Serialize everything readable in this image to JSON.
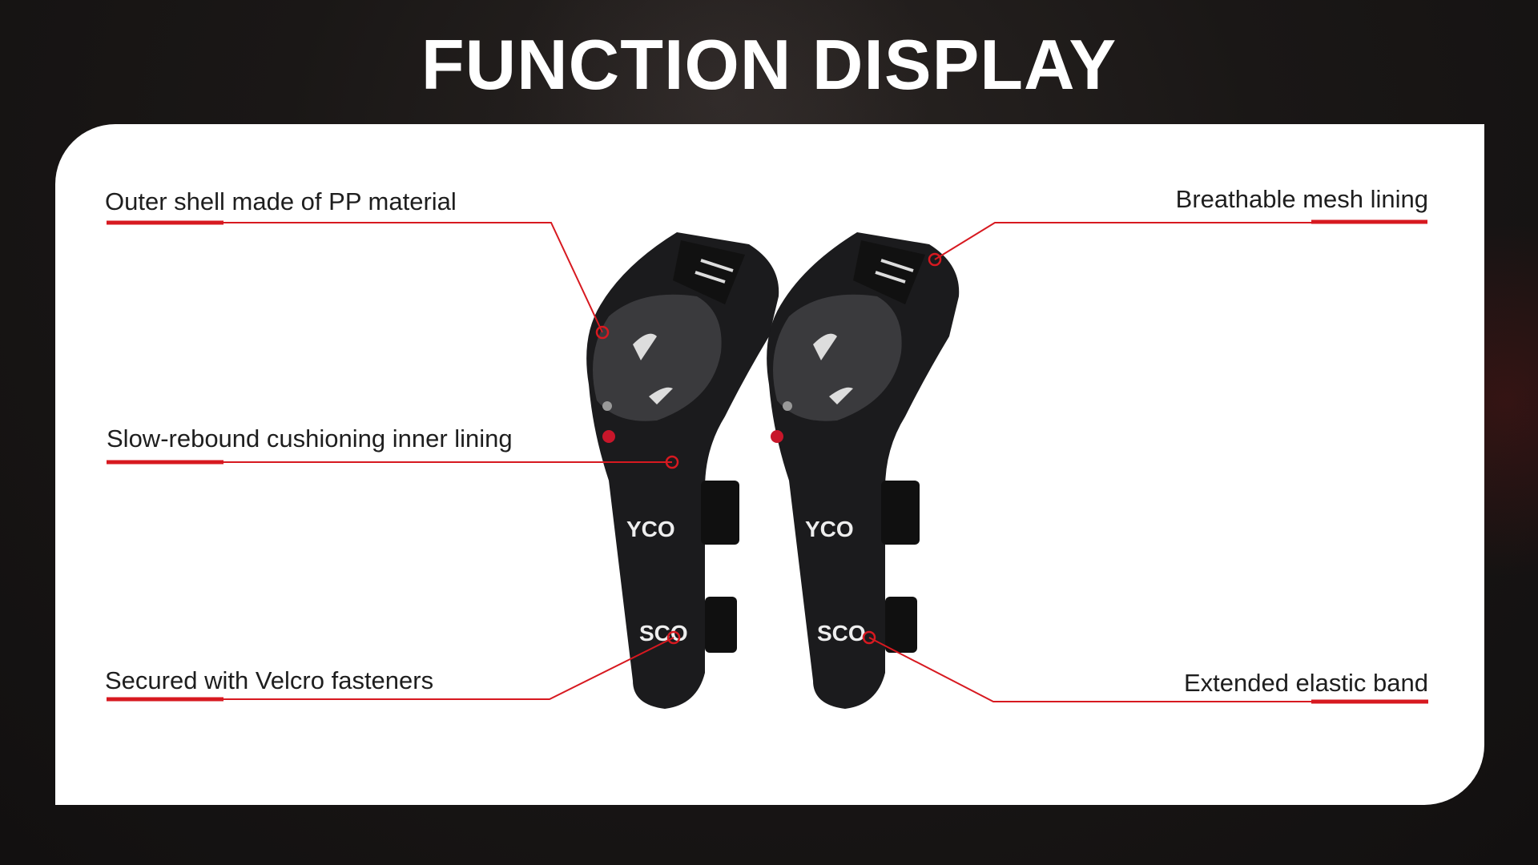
{
  "title": "FUNCTION DISPLAY",
  "callouts": {
    "outer_shell": "Outer shell made of PP material",
    "inner_lining": "Slow-rebound cushioning inner lining",
    "velcro": "Secured with Velcro fasteners",
    "mesh": "Breathable mesh lining",
    "elastic": "Extended elastic band"
  },
  "colors": {
    "accent": "#d71920",
    "background": "#1a1716",
    "card": "#ffffff"
  }
}
